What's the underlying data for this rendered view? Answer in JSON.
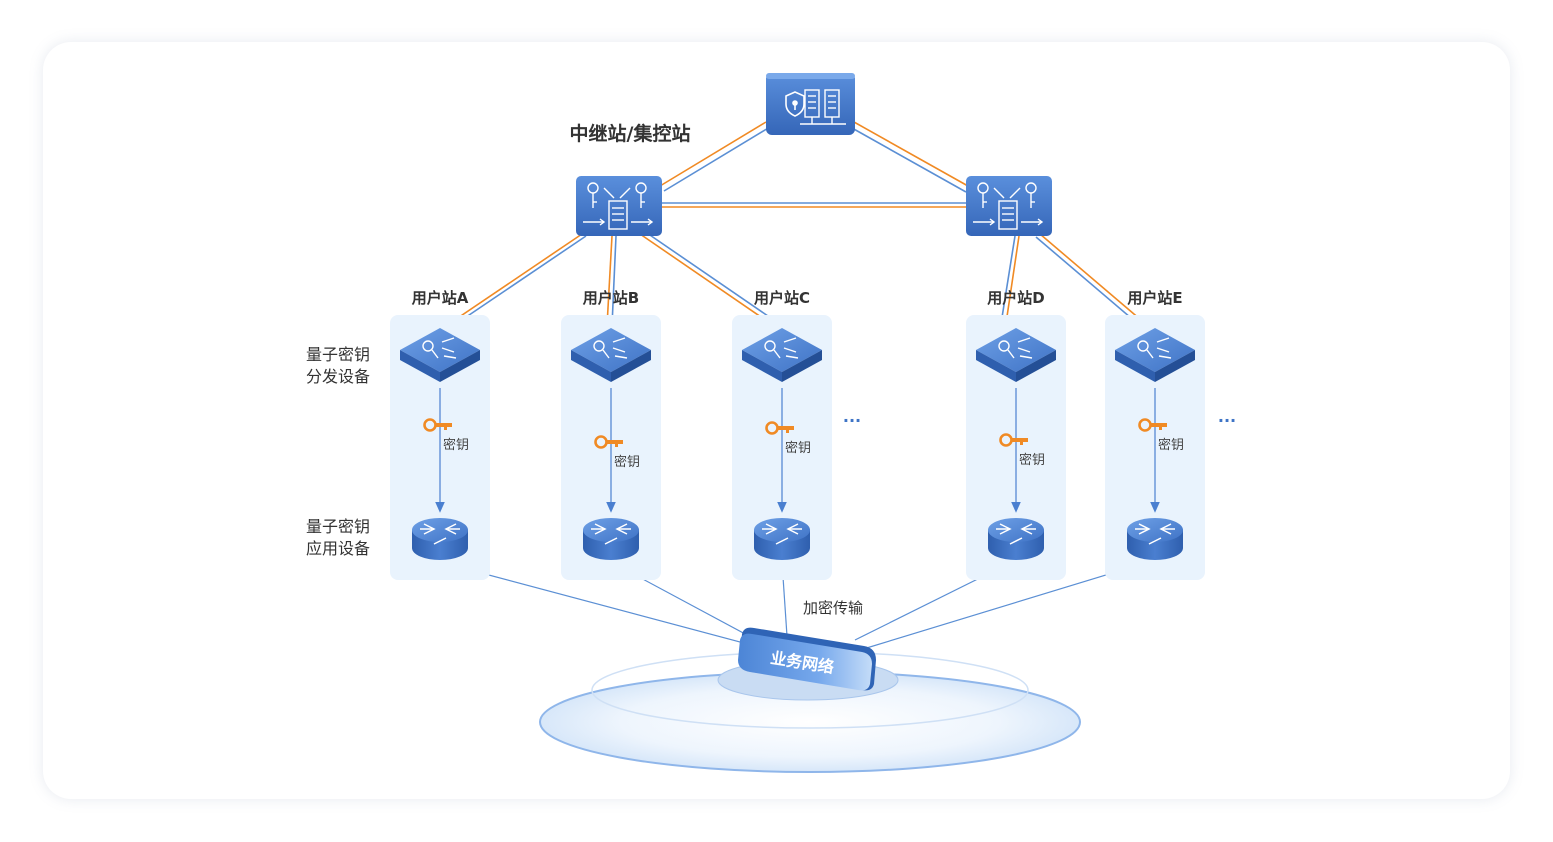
{
  "diagram": {
    "relay_title": "中继站/集控站",
    "device_label_dist": [
      "量子密钥",
      "分发设备"
    ],
    "device_label_app": [
      "量子密钥",
      "应用设备"
    ],
    "key_label": "密钥",
    "encrypted_label": "加密传输",
    "network_label": "业务网络",
    "ellipsis": "...",
    "user_stations": [
      {
        "id": "A",
        "label": "用户站A"
      },
      {
        "id": "B",
        "label": "用户站B"
      },
      {
        "id": "C",
        "label": "用户站C"
      },
      {
        "id": "D",
        "label": "用户站D"
      },
      {
        "id": "E",
        "label": "用户站E"
      }
    ],
    "colors": {
      "blue_line": "#5b8fd4",
      "orange_line": "#f08a24",
      "node_blue": "#3e74c6",
      "panel_bg": "#e9f3fd",
      "key_orange": "#f08a24"
    }
  }
}
